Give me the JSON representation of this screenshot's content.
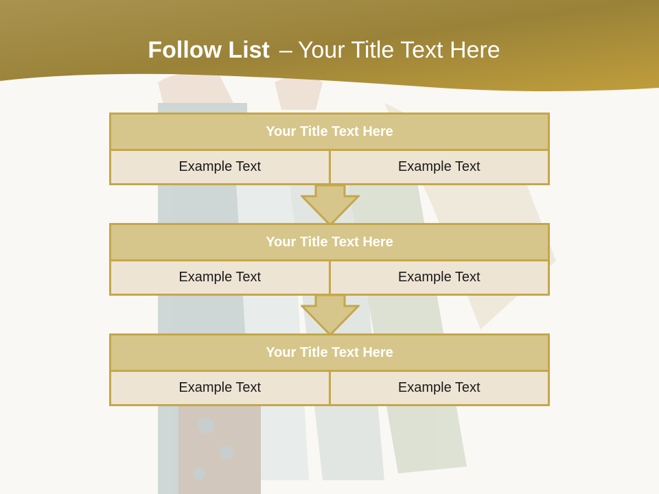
{
  "slide": {
    "title_bold": "Follow List",
    "title_sep": "–",
    "title_rest": "Your Title Text Here"
  },
  "blocks": [
    {
      "title": "Your Title Text Here",
      "cells": [
        "Example Text",
        "Example Text"
      ]
    },
    {
      "title": "Your Title Text Here",
      "cells": [
        "Example Text",
        "Example Text"
      ]
    },
    {
      "title": "Your Title Text Here",
      "cells": [
        "Example Text",
        "Example Text"
      ]
    }
  ],
  "colors": {
    "header_gold": "#b39a45",
    "block_title_fill": "#d6c68b",
    "block_border": "#c4a74a",
    "cell_fill": "#eee4d3",
    "background": "#faf8f4"
  },
  "background_image": "faded-shopping-bags-photo"
}
